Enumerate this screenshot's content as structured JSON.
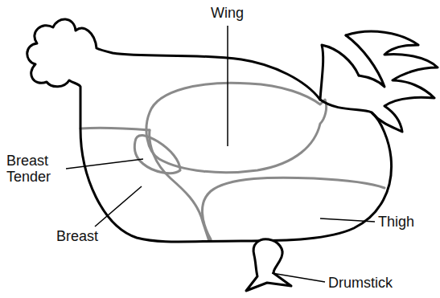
{
  "diagram": {
    "labels": [
      "Wing",
      "Breast Tender",
      "Breast",
      "Thigh",
      "Drumstick"
    ]
  }
}
